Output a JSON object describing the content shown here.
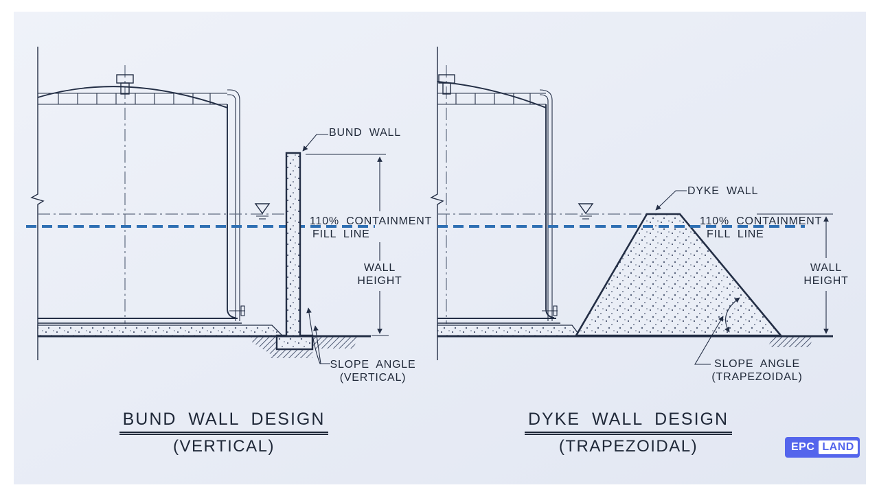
{
  "drawing": {
    "left": {
      "wall_label": "BUND WALL",
      "containment_label_line1": "110% CONTAINMENT",
      "containment_label_line2": "FILL LINE",
      "height_label_line1": "WALL",
      "height_label_line2": "HEIGHT",
      "slope_label_line1": "SLOPE ANGLE",
      "slope_label_line2": "(VERTICAL)",
      "title": "BUND WALL DESIGN",
      "subtitle": "(VERTICAL)"
    },
    "right": {
      "wall_label": "DYKE WALL",
      "containment_label_line1": "110% CONTAINMENT",
      "containment_label_line2": "FILL LINE",
      "height_label_line1": "WALL",
      "height_label_line2": "HEIGHT",
      "slope_label_line1": "SLOPE ANGLE",
      "slope_label_line2": "(TRAPEZOIDAL)",
      "title": "DYKE WALL DESIGN",
      "subtitle": "(TRAPEZOIDAL)"
    },
    "colors": {
      "paper": "#e8ecf5",
      "ink": "#232e45",
      "containment_fill_line_blue": "#2e6fb3",
      "centerline_gray": "#5f6b80",
      "logo_blue": "#5465ec"
    }
  },
  "logo": {
    "prefix": "EPC",
    "suffix": "LAND"
  }
}
